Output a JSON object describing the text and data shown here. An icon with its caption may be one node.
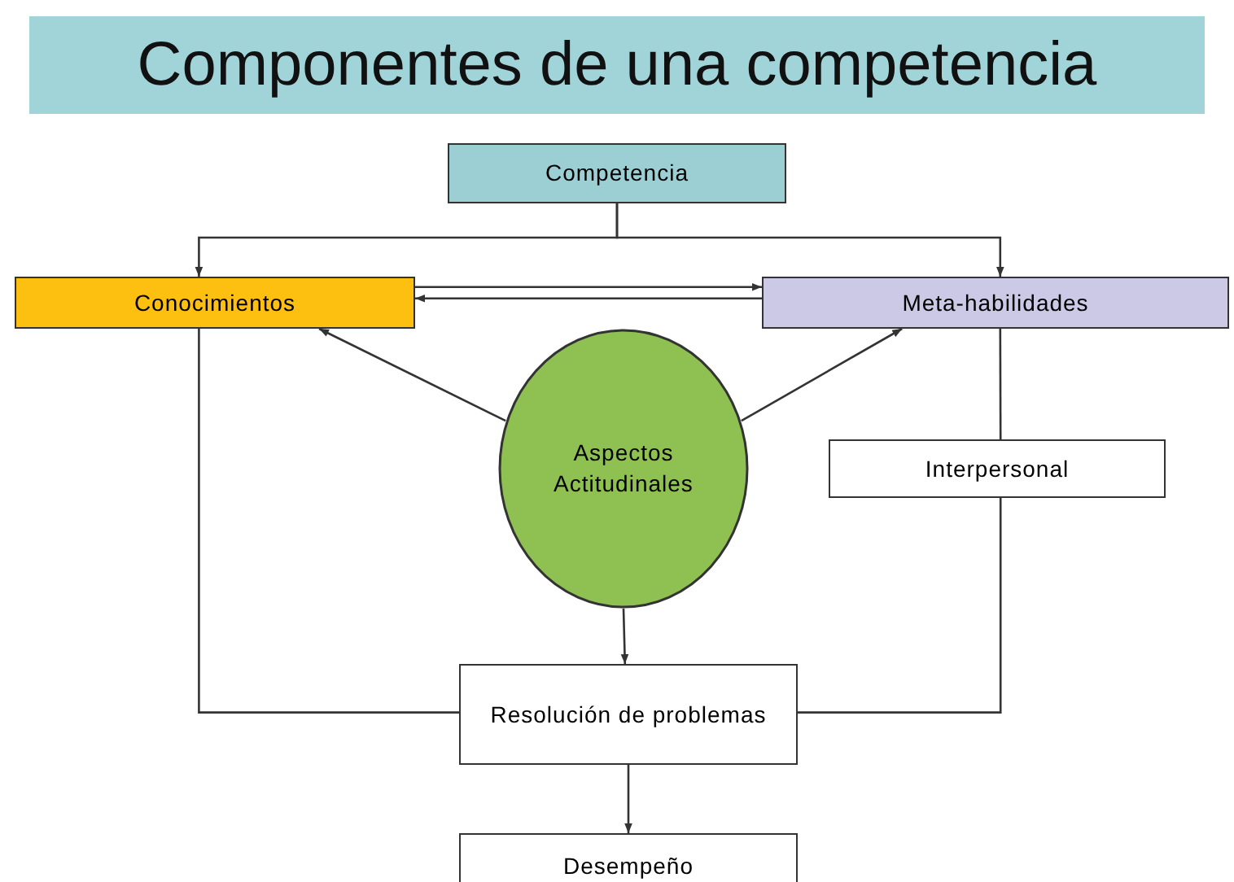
{
  "diagram": {
    "title": "Componentes de una competencia",
    "nodes": [
      {
        "text": [
          "Competencia"
        ]
      },
      {
        "text": [
          "Conocimientos"
        ]
      },
      {
        "text": [
          "Meta-habilidades"
        ]
      },
      {
        "text": [
          "Aspectos Actitudinales"
        ]
      },
      {
        "text": [
          "Interpersonal"
        ]
      },
      {
        "text": [
          "Resolución de problemas"
        ]
      },
      {
        "text": [
          "Desempeño"
        ]
      }
    ],
    "edges": [
      {
        "from": 0,
        "to": 1,
        "arrow": "to"
      },
      {
        "from": 0,
        "to": 2,
        "arrow": "to"
      },
      {
        "from": 1,
        "to": 2,
        "arrow": "to"
      },
      {
        "from": 2,
        "to": 1,
        "arrow": "to"
      },
      {
        "from": 3,
        "to": 1,
        "arrow": "to"
      },
      {
        "from": 3,
        "to": 2,
        "arrow": "to"
      },
      {
        "from": 2,
        "to": 4,
        "arrow": "none"
      },
      {
        "from": 1,
        "to": 5,
        "arrow": "none"
      },
      {
        "from": 4,
        "to": 5,
        "arrow": "none"
      },
      {
        "from": 3,
        "to": 5,
        "arrow": "to"
      },
      {
        "from": 5,
        "to": 6,
        "arrow": "to"
      }
    ]
  }
}
